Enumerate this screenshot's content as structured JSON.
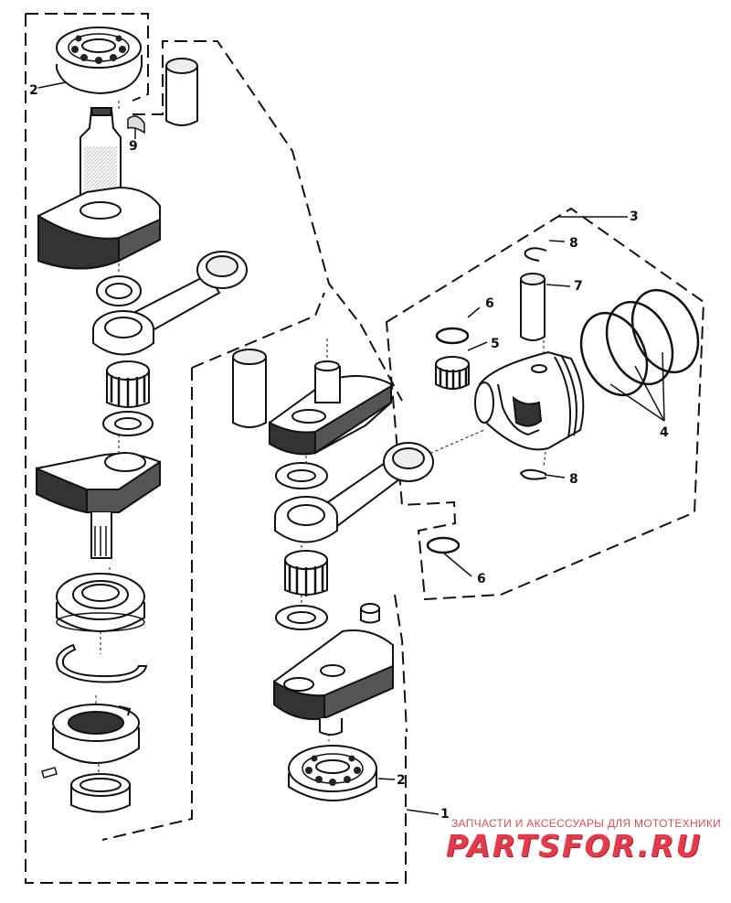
{
  "diagram": {
    "callouts": {
      "c1": "1",
      "c2_top": "2",
      "c2_bottom": "2",
      "c3": "3",
      "c4": "4",
      "c5": "5",
      "c6_top": "6",
      "c6_bottom": "6",
      "c7": "7",
      "c8_top": "8",
      "c8_bottom": "8",
      "c9": "9"
    }
  },
  "watermark": {
    "tagline": "ЗАПЧАСТИ И АКСЕССУАРЫ ДЛЯ МОТОТЕХНИКИ",
    "logo": "PARTSFOR.RU"
  },
  "colors": {
    "ink": "#111111",
    "watermark": "#e23b4b"
  }
}
